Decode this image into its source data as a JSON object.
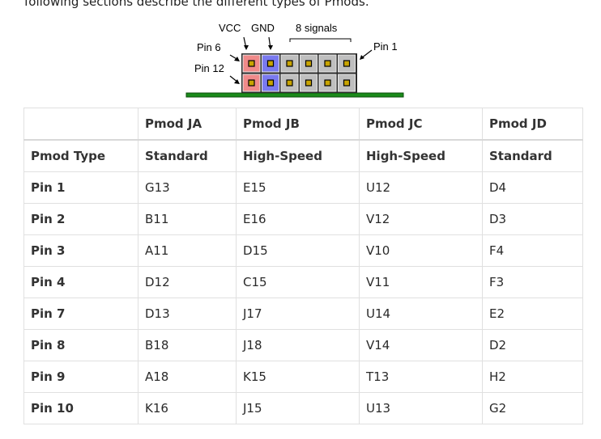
{
  "intro_text": "following sections describe the different types of Pmods.",
  "diagram": {
    "vcc_label": "VCC",
    "gnd_label": "GND",
    "signals_label": "8 signals",
    "pin6_label": "Pin 6",
    "pin12_label": "Pin 12",
    "pin1_label": "Pin 1",
    "colors": {
      "vcc_pin": "#f08a8a",
      "gnd_pin": "#7a7af0",
      "board": "#1a8a1a",
      "housing": "#2c2c2c"
    }
  },
  "table": {
    "columns": [
      "",
      "Pmod JA",
      "Pmod JB",
      "Pmod JC",
      "Pmod JD"
    ],
    "type_row": [
      "Pmod Type",
      "Standard",
      "High-Speed",
      "High-Speed",
      "Standard"
    ],
    "rows": [
      [
        "Pin 1",
        "G13",
        "E15",
        "U12",
        "D4"
      ],
      [
        "Pin 2",
        "B11",
        "E16",
        "V12",
        "D3"
      ],
      [
        "Pin 3",
        "A11",
        "D15",
        "V10",
        "F4"
      ],
      [
        "Pin 4",
        "D12",
        "C15",
        "V11",
        "F3"
      ],
      [
        "Pin 7",
        "D13",
        "J17",
        "U14",
        "E2"
      ],
      [
        "Pin 8",
        "B18",
        "J18",
        "V14",
        "D2"
      ],
      [
        "Pin 9",
        "A18",
        "K15",
        "T13",
        "H2"
      ],
      [
        "Pin 10",
        "K16",
        "J15",
        "U13",
        "G2"
      ]
    ]
  }
}
